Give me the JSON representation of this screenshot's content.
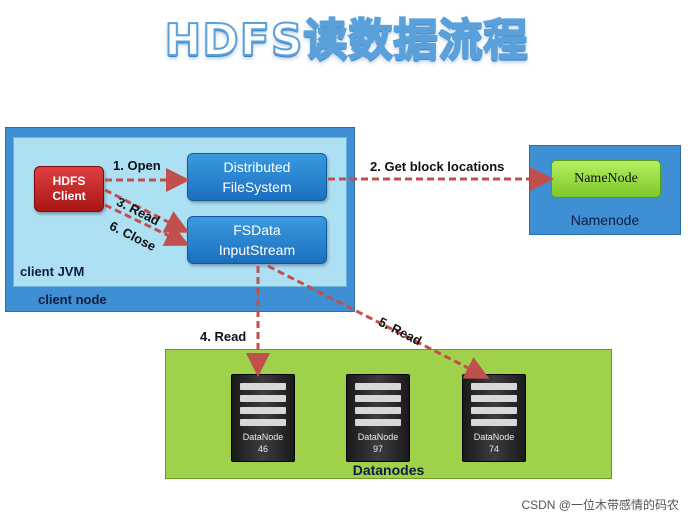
{
  "title": "HDFS读数据流程",
  "client_node": {
    "label": "client node"
  },
  "client_jvm": {
    "label": "client JVM"
  },
  "hdfs_client": {
    "line1": "HDFS",
    "line2": "Client"
  },
  "distributed_fs": {
    "line1": "Distributed",
    "line2": "FileSystem"
  },
  "fsdata": {
    "line1": "FSData",
    "line2": "InputStream"
  },
  "namenode": {
    "inner": "NameNode",
    "label": "Namenode"
  },
  "datanodes": {
    "label": "Datanodes",
    "nodes": [
      {
        "name": "DataNode",
        "num": "46"
      },
      {
        "name": "DataNode",
        "num": "97"
      },
      {
        "name": "DataNode",
        "num": "74"
      }
    ]
  },
  "steps": {
    "open": "1. Open",
    "get_block": "2. Get block locations",
    "read3": "3. Read",
    "read4": "4. Read",
    "read5": "5. Read",
    "close": "6. Close"
  },
  "colors": {
    "arrow": "#c0504d",
    "client_node": "#3f8fd4",
    "client_jvm": "#aee0f4",
    "datanodes": "#9fd24a"
  },
  "watermark": "CSDN @一位木带感情的码农"
}
